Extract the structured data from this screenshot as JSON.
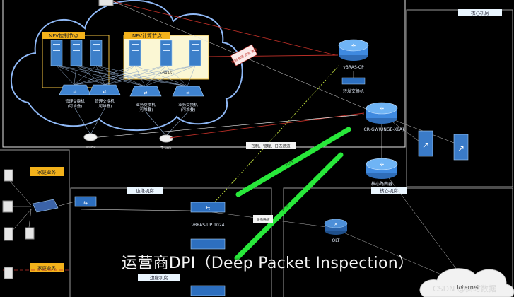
{
  "zones": {
    "nfv_control": "NFV控制节点",
    "nfv_compute": "NFV计算节点",
    "core_room_top": "核心机房",
    "core_room_mid": "核心机房",
    "edge_room": "边缘机房",
    "edge_room_bottom": "边缘机房",
    "home_service_1": "家庭业务",
    "home_service_2": "家庭业务"
  },
  "nodes": {
    "vbras_inner": "vBRAS",
    "mgmt_switch_1": "管理交换机",
    "mgmt_switch_1_sub": "(可堆叠)",
    "mgmt_switch_2": "管理交换机",
    "mgmt_switch_2_sub": "(可堆叠)",
    "service_switch_1": "业务交换机",
    "service_switch_1_sub": "(可堆叠)",
    "service_switch_2": "业务交换机",
    "service_switch_2_sub": "(可堆叠)",
    "trunk_1": "Trunk",
    "trunk_2": "Trunk",
    "vbras_cp": "vBRAS-CP",
    "forward_switch": "转发交换机",
    "cr_gw": "CR-GW(UNGE-X8A)",
    "core_router": "核心路由器",
    "vbras_up": "vBRAS-UP 1024",
    "olt": "OLT",
    "internet": "Internet"
  },
  "links": {
    "cp_up_label": "控制、管理、日志通道",
    "red_tag": "控制 管理 日志 通道",
    "pon_1": "PON",
    "pon_2": "PON",
    "small_tag": "业务通道"
  },
  "caption": "运营商DPI（Deep Packet Inspection）",
  "watermark": "CSDN @实时数据"
}
